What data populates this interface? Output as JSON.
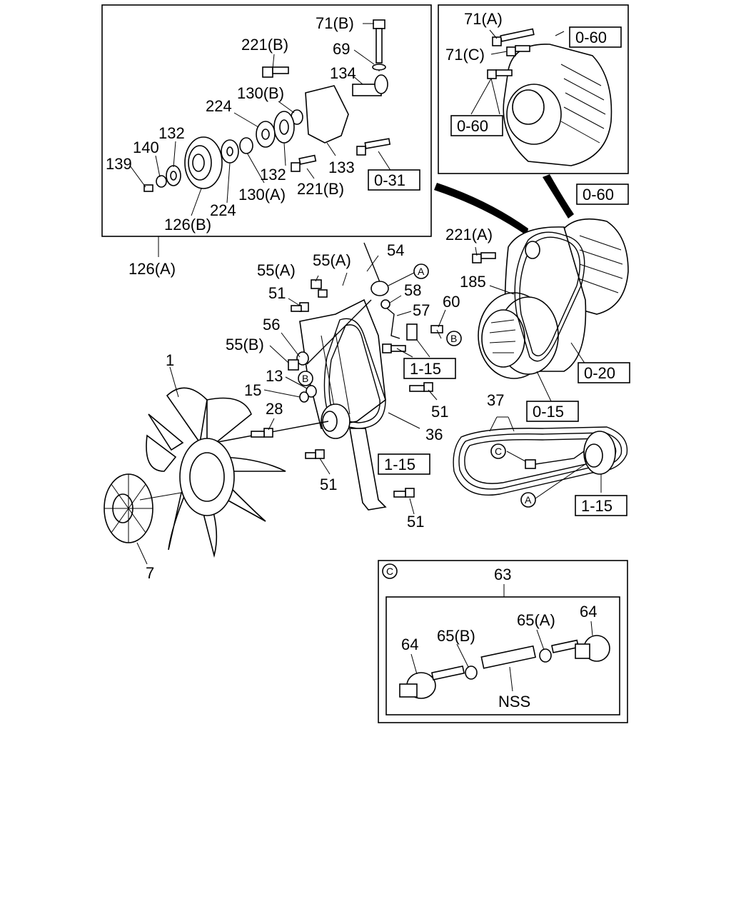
{
  "labels": {
    "l71b": "71(B)",
    "l69": "69",
    "l221b_top": "221(B)",
    "l134": "134",
    "l130b": "130(B)",
    "l224_top": "224",
    "l132_left": "132",
    "l140": "140",
    "l139": "139",
    "l132_mid": "132",
    "l133": "133",
    "l130a": "130(A)",
    "l221b_mid": "221(B)",
    "l224_bot": "224",
    "l126b": "126(B)",
    "l126a": "126(A)",
    "l71a": "71(A)",
    "l71c": "71(C)",
    "l221a": "221(A)",
    "l185": "185",
    "l54": "54",
    "l55a_1": "55(A)",
    "l55a_2": "55(A)",
    "l51_top": "51",
    "l58": "58",
    "l57": "57",
    "l60": "60",
    "l56": "56",
    "l55b": "55(B)",
    "l13": "13",
    "l15": "15",
    "l28": "28",
    "l1": "1",
    "l51_r1": "51",
    "l36": "36",
    "l51_mid": "51",
    "l51_bot": "51",
    "l7": "7",
    "l37": "37",
    "l63": "63",
    "l64_left": "64",
    "l65b": "65(B)",
    "l65a": "65(A)",
    "l64_right": "64",
    "lnss": "NSS"
  },
  "refs": {
    "r031": "0-31",
    "r060_a": "0-60",
    "r060_b": "0-60",
    "r060_c": "0-60",
    "r020": "0-20",
    "r015": "0-15",
    "r115_a": "1-15",
    "r115_b": "1-15",
    "r115_c": "1-15"
  },
  "callouts": {
    "cA1": "A",
    "cB1": "B",
    "cB2": "B",
    "cC1": "C",
    "cA2": "A",
    "cCbox": "C"
  }
}
